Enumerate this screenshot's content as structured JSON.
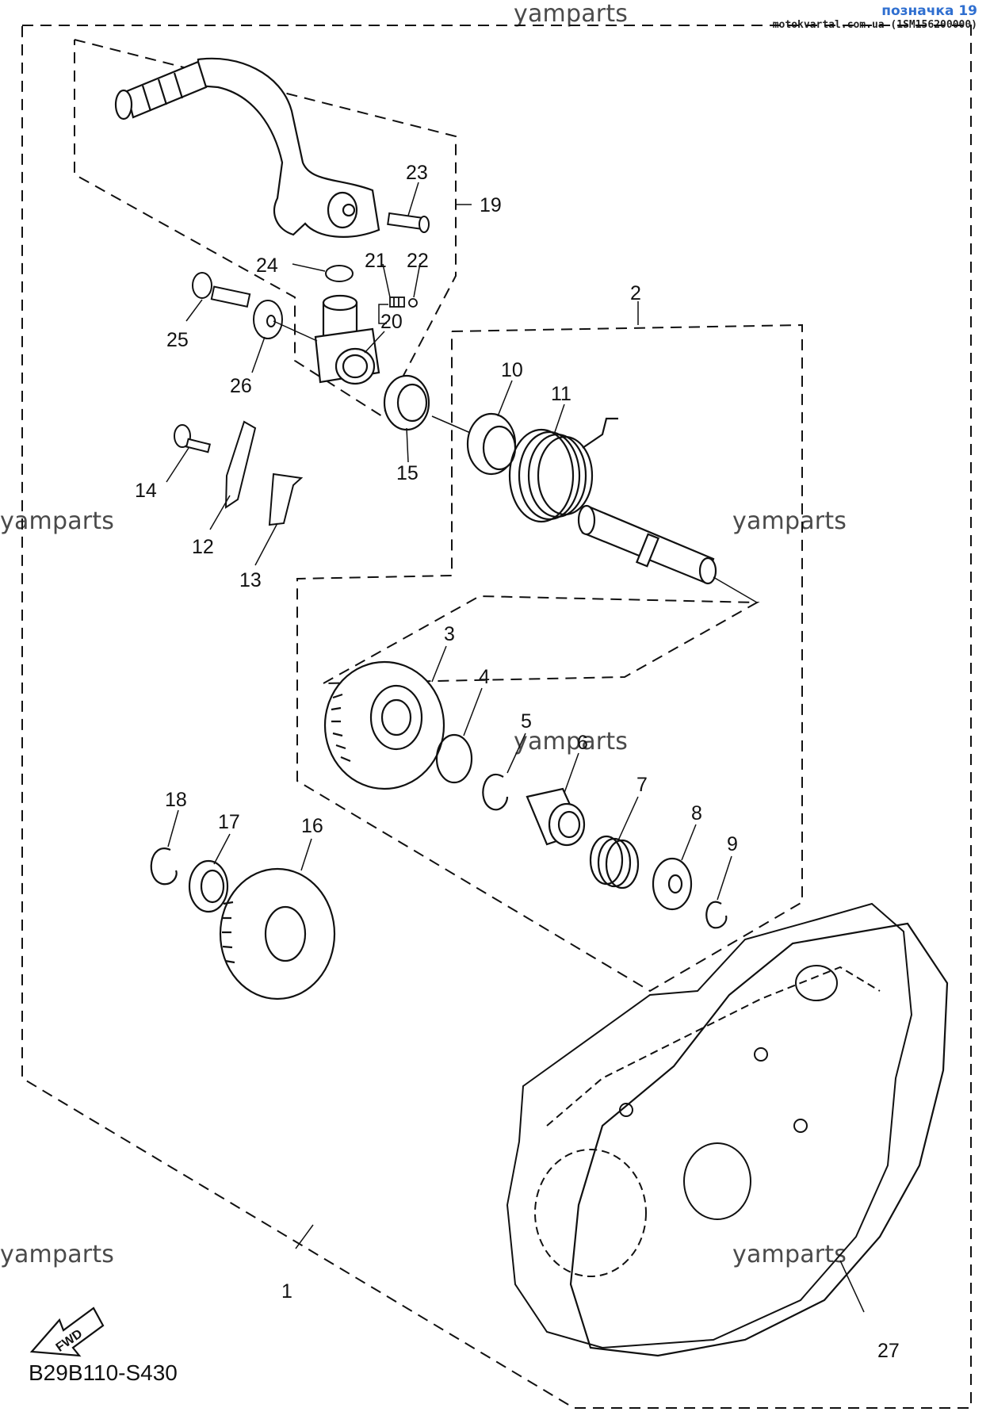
{
  "watermarks": {
    "top": "yamparts",
    "left_mid": "yamparts",
    "right_mid": "yamparts",
    "center": "yamparts",
    "left_bottom": "yamparts",
    "right_bottom": "yamparts"
  },
  "badge": {
    "label": "позначка 19",
    "source": "motokvartal.com.ua (1SM156200000)"
  },
  "diagram_code": "B29B110-S430",
  "fwd_label": "FWD",
  "callouts": {
    "c1": "1",
    "c2": "2",
    "c3": "3",
    "c4": "4",
    "c5": "5",
    "c6": "6",
    "c7": "7",
    "c8": "8",
    "c9": "9",
    "c10": "10",
    "c11": "11",
    "c12": "12",
    "c13": "13",
    "c14": "14",
    "c15": "15",
    "c16": "16",
    "c17": "17",
    "c18": "18",
    "c19": "19",
    "c20": "20",
    "c21": "21",
    "c22": "22",
    "c23": "23",
    "c24": "24",
    "c25": "25",
    "c26": "26",
    "c27": "27"
  }
}
